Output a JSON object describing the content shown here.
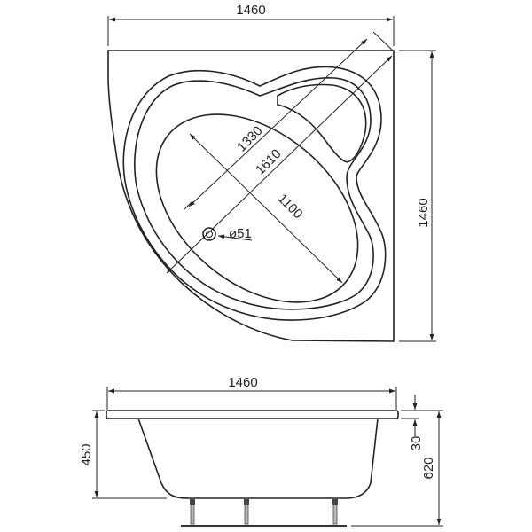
{
  "top_view": {
    "width_label": "1460",
    "depth_label": "1460",
    "diag_1330": "1330",
    "diag_1610": "1610",
    "diag_1100": "1100",
    "drain_label": "ø51"
  },
  "side_view": {
    "width_label": "1460",
    "basin_height_label": "450",
    "rim_label": "30",
    "total_height_label": "620"
  },
  "colors": {
    "line": "#222222",
    "background": "#ffffff"
  }
}
